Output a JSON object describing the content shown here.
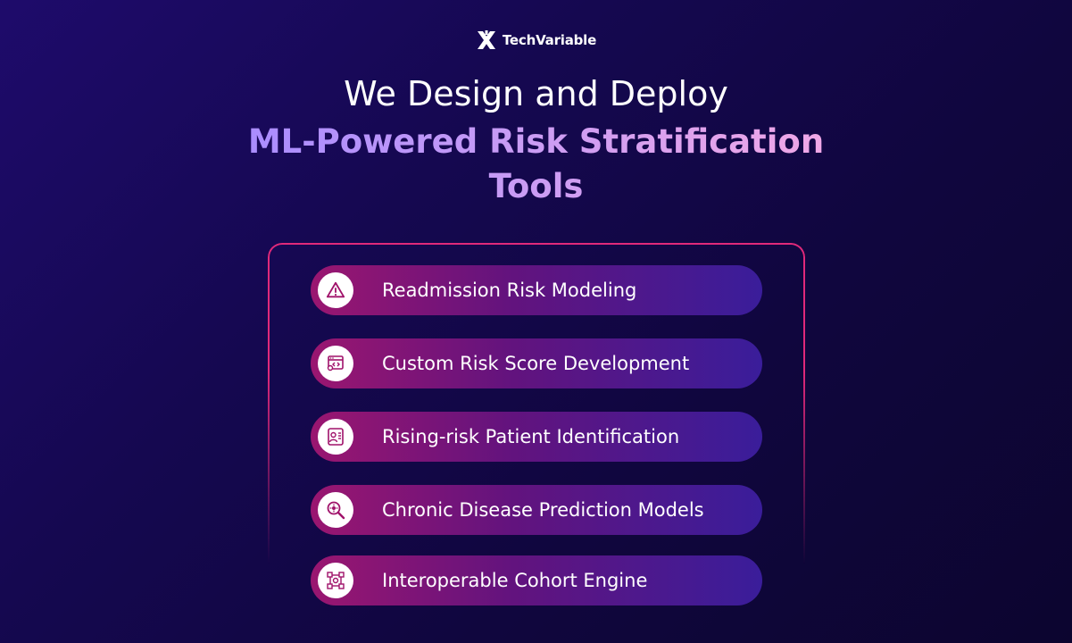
{
  "brand": {
    "name": "TechVariable",
    "logo_icon": "x-logo-icon"
  },
  "headline": {
    "line1": "We Design and Deploy",
    "accent": "ML-Powered Risk Stratification Tools"
  },
  "colors": {
    "accent_border": "#e0297a",
    "pill_start": "#9a1670",
    "pill_end": "#3a1d9a",
    "icon_color": "#a0126a"
  },
  "features": [
    {
      "label": "Readmission Risk Modeling",
      "icon": "warning-icon"
    },
    {
      "label": "Custom Risk Score Development",
      "icon": "code-window-icon"
    },
    {
      "label": "Rising-risk Patient Identification",
      "icon": "patient-profile-icon"
    },
    {
      "label": "Chronic Disease Prediction Models",
      "icon": "magnifier-virus-icon"
    },
    {
      "label": "Interoperable Cohort Engine",
      "icon": "network-engine-icon"
    }
  ]
}
